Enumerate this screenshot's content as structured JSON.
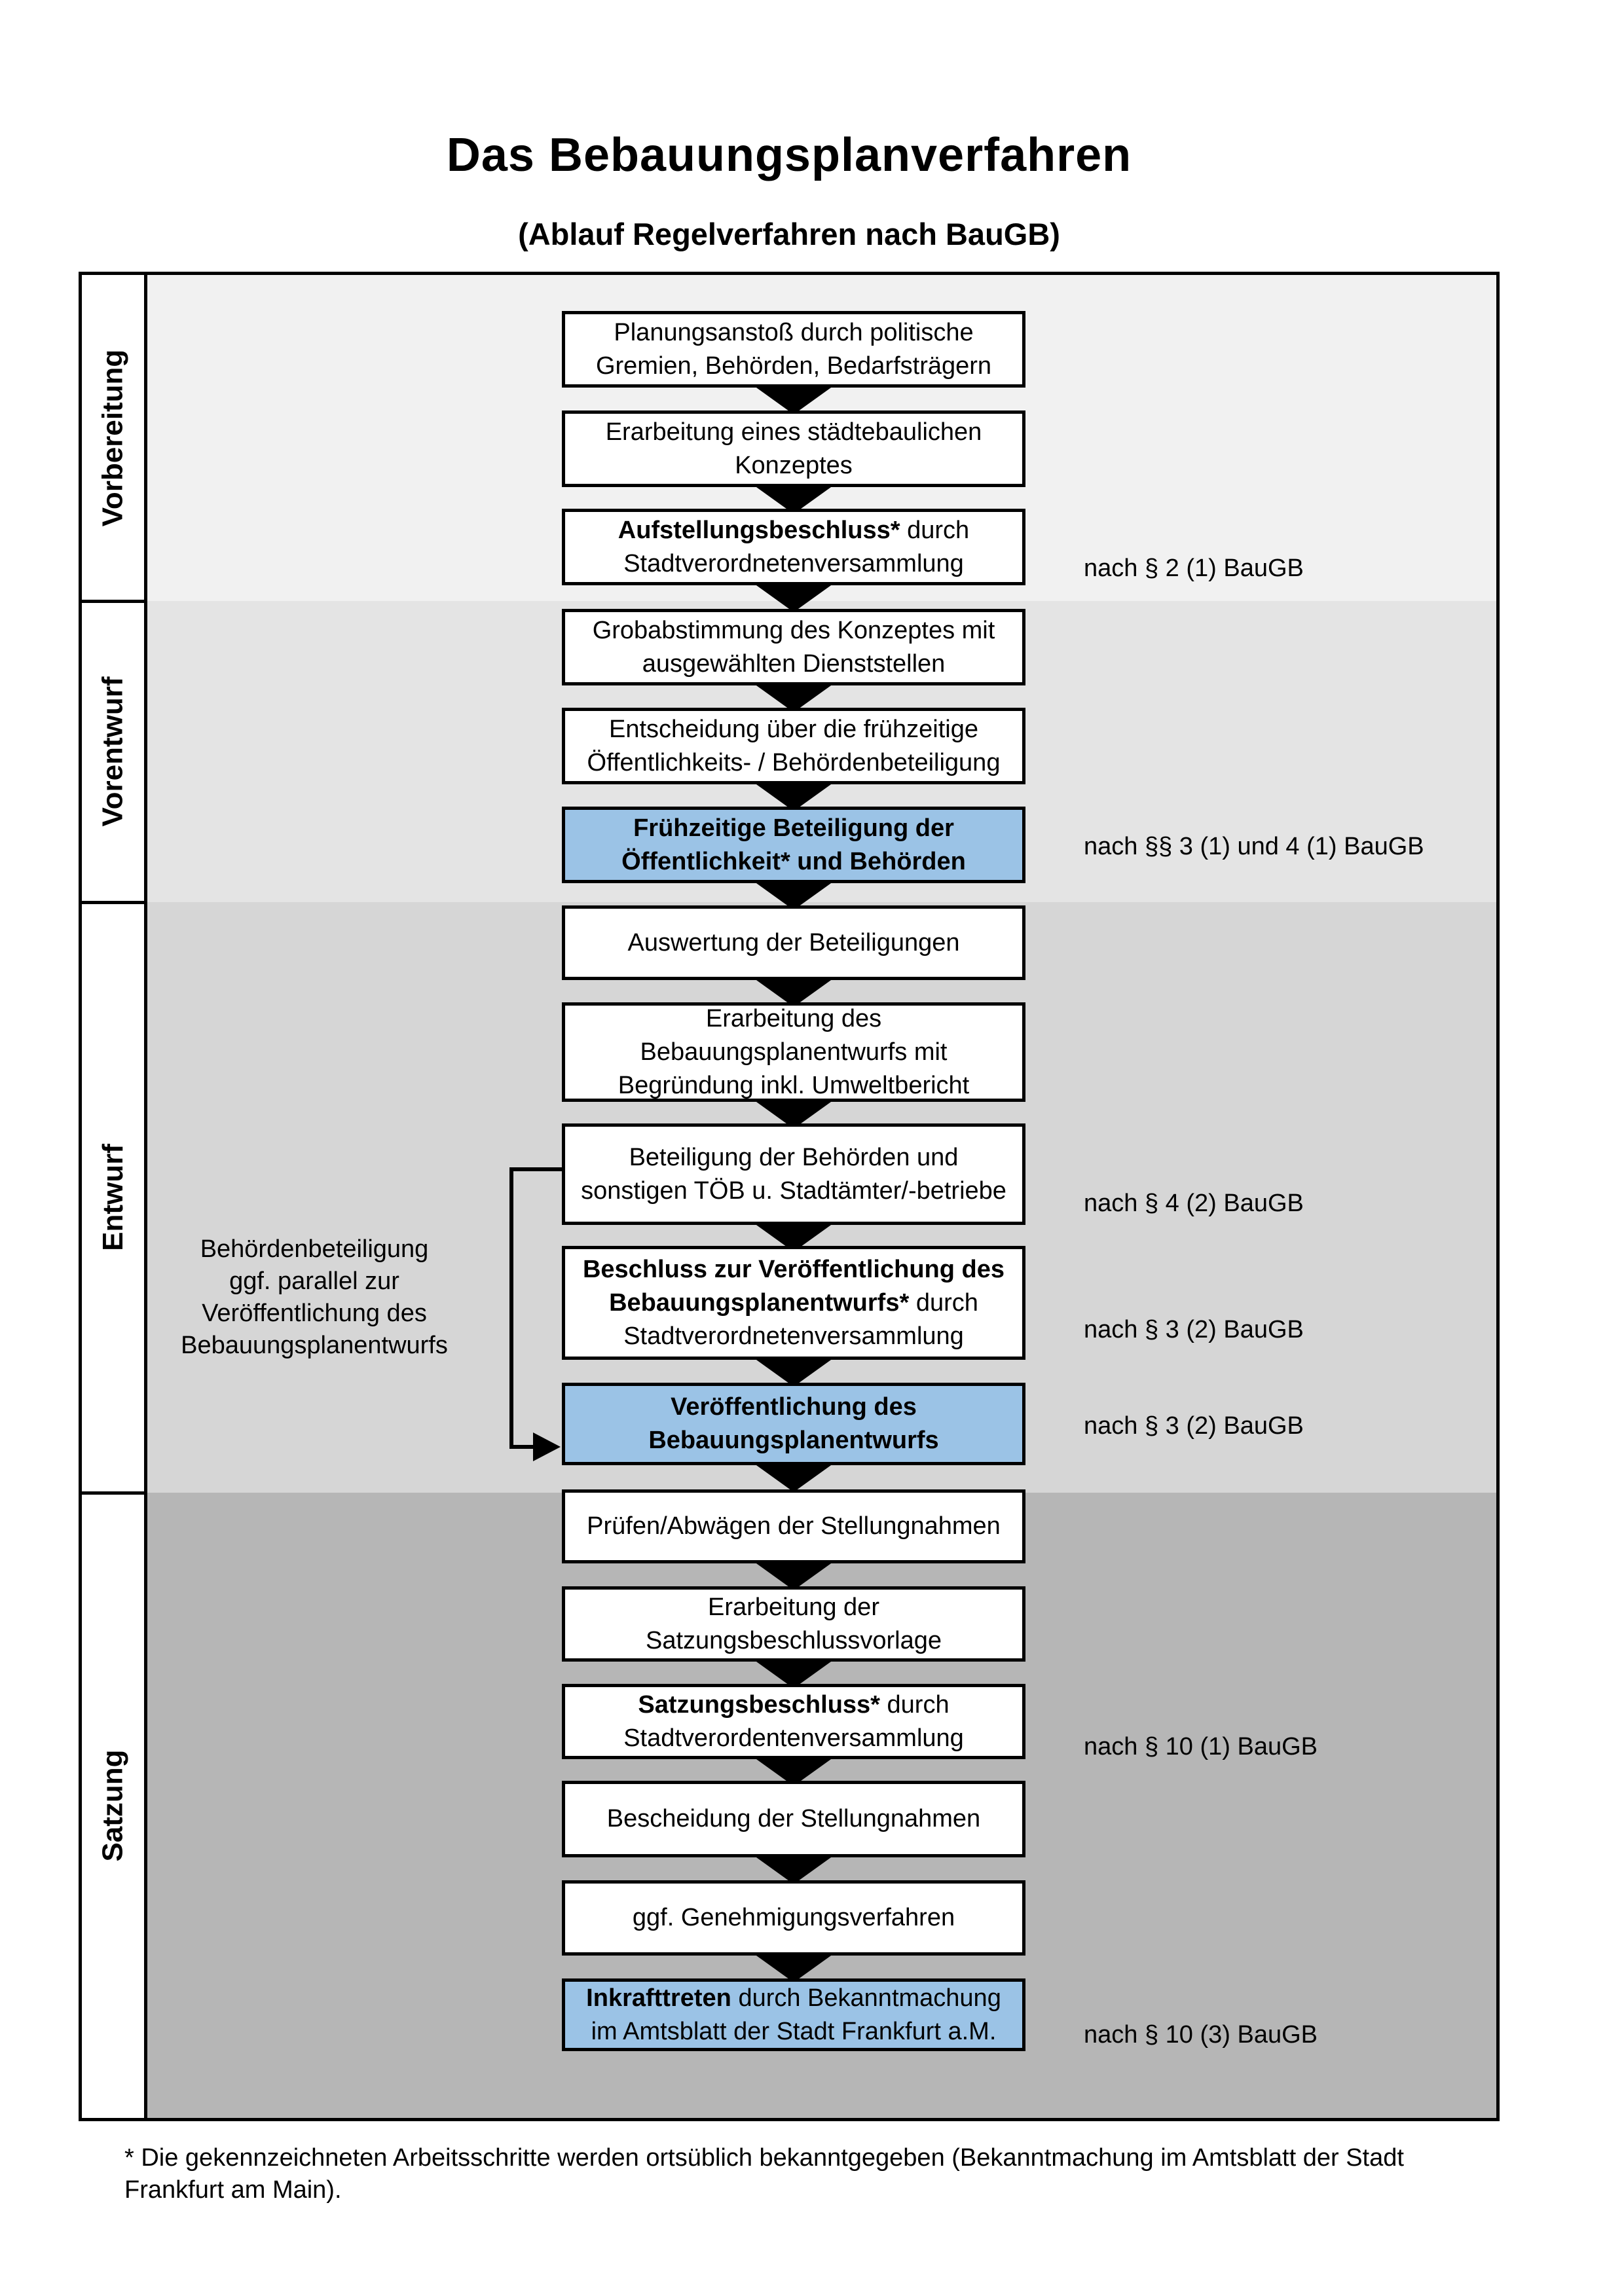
{
  "page": {
    "title": "Das Bebauungsplanverfahren",
    "subtitle": "(Ablauf Regelverfahren nach BauGB)"
  },
  "phases": [
    {
      "label": "Vorbereitung"
    },
    {
      "label": "Vorentwurf"
    },
    {
      "label": "Entwurf"
    },
    {
      "label": "Satzung"
    }
  ],
  "flow_boxes": [
    {
      "highlight": false,
      "lines": [
        [
          {
            "t": "Planungsanstoß durch politische",
            "b": false
          }
        ],
        [
          {
            "t": "Gremien, Behörden, Bedarfsträgern",
            "b": false
          }
        ]
      ]
    },
    {
      "highlight": false,
      "lines": [
        [
          {
            "t": "Erarbeitung eines städtebaulichen",
            "b": false
          }
        ],
        [
          {
            "t": "Konzeptes",
            "b": false
          }
        ]
      ]
    },
    {
      "highlight": false,
      "lines": [
        [
          {
            "t": "Aufstellungsbeschluss*",
            "b": true
          },
          {
            "t": " durch",
            "b": false
          }
        ],
        [
          {
            "t": "Stadtverordnetenversammlung",
            "b": false
          }
        ]
      ]
    },
    {
      "highlight": false,
      "lines": [
        [
          {
            "t": "Grobabstimmung des Konzeptes mit",
            "b": false
          }
        ],
        [
          {
            "t": "ausgewählten Dienststellen",
            "b": false
          }
        ]
      ]
    },
    {
      "highlight": false,
      "lines": [
        [
          {
            "t": "Entscheidung über die frühzeitige",
            "b": false
          }
        ],
        [
          {
            "t": "Öffentlichkeits- / Behördenbeteiligung",
            "b": false
          }
        ]
      ]
    },
    {
      "highlight": true,
      "lines": [
        [
          {
            "t": "Frühzeitige Beteiligung der",
            "b": true
          }
        ],
        [
          {
            "t": "Öffentlichkeit* und Behörden",
            "b": true
          }
        ]
      ]
    },
    {
      "highlight": false,
      "lines": [
        [
          {
            "t": "Auswertung der Beteiligungen",
            "b": false
          }
        ]
      ]
    },
    {
      "highlight": false,
      "lines": [
        [
          {
            "t": "Erarbeitung des",
            "b": false
          }
        ],
        [
          {
            "t": "Bebauungsplanentwurfs mit",
            "b": false
          }
        ],
        [
          {
            "t": "Begründung inkl. Umweltbericht",
            "b": false
          }
        ]
      ]
    },
    {
      "highlight": false,
      "lines": [
        [
          {
            "t": "Beteiligung der Behörden und",
            "b": false
          }
        ],
        [
          {
            "t": "sonstigen TÖB u. Stadtämter/-betriebe",
            "b": false
          }
        ]
      ]
    },
    {
      "highlight": false,
      "lines": [
        [
          {
            "t": "Beschluss zur Veröffentlichung des",
            "b": true
          }
        ],
        [
          {
            "t": "Bebauungsplanentwurfs*",
            "b": true
          },
          {
            "t": " durch",
            "b": false
          }
        ],
        [
          {
            "t": "Stadtverordnetenversammlung",
            "b": false
          }
        ]
      ]
    },
    {
      "highlight": true,
      "lines": [
        [
          {
            "t": "Veröffentlichung des",
            "b": true
          }
        ],
        [
          {
            "t": "Bebauungsplanentwurfs",
            "b": true
          }
        ]
      ]
    },
    {
      "highlight": false,
      "lines": [
        [
          {
            "t": "Prüfen/Abwägen der Stellungnahmen",
            "b": false
          }
        ]
      ]
    },
    {
      "highlight": false,
      "lines": [
        [
          {
            "t": "Erarbeitung der",
            "b": false
          }
        ],
        [
          {
            "t": "Satzungsbeschlussvorlage",
            "b": false
          }
        ]
      ]
    },
    {
      "highlight": false,
      "lines": [
        [
          {
            "t": "Satzungsbeschluss*",
            "b": true
          },
          {
            "t": " durch",
            "b": false
          }
        ],
        [
          {
            "t": "Stadtverordentenversammlung",
            "b": false
          }
        ]
      ]
    },
    {
      "highlight": false,
      "lines": [
        [
          {
            "t": "Bescheidung der Stellungnahmen",
            "b": false
          }
        ]
      ]
    },
    {
      "highlight": false,
      "lines": [
        [
          {
            "t": "ggf. Genehmigungsverfahren",
            "b": false
          }
        ]
      ]
    },
    {
      "highlight": true,
      "lines": [
        [
          {
            "t": "Inkrafttreten",
            "b": true
          },
          {
            "t": " durch Bekanntmachung",
            "b": false
          }
        ],
        [
          {
            "t": "im Amtsblatt der Stadt Frankfurt a.M.",
            "b": false
          }
        ]
      ]
    }
  ],
  "legal_refs": [
    {
      "text": "nach § 2 (1) BauGB"
    },
    {
      "text": "nach §§ 3 (1) und 4 (1) BauGB"
    },
    {
      "text": "nach § 4 (2) BauGB"
    },
    {
      "text": "nach § 3 (2) BauGB"
    },
    {
      "text": "nach § 3 (2) BauGB"
    },
    {
      "text": "nach § 10 (1) BauGB"
    },
    {
      "text": "nach § 10 (3) BauGB"
    }
  ],
  "side_note_lines": [
    "Behördenbeteiligung",
    "ggf. parallel zur",
    "Veröffentlichung des",
    "Bebauungsplanentwurfs"
  ],
  "footnote": {
    "line1": "* Die gekennzeichneten Arbeitsschritte werden ortsüblich bekanntgegeben (Bekanntmachung im Amtsblatt  der Stadt",
    "line2": "Frankfurt am Main)."
  },
  "colors": {
    "highlight": "#9BC3E6",
    "phase_backgrounds": [
      "#F1F1F1",
      "#E4E4E4",
      "#D6D6D6",
      "#B6B6B6"
    ],
    "border": "#000000"
  }
}
